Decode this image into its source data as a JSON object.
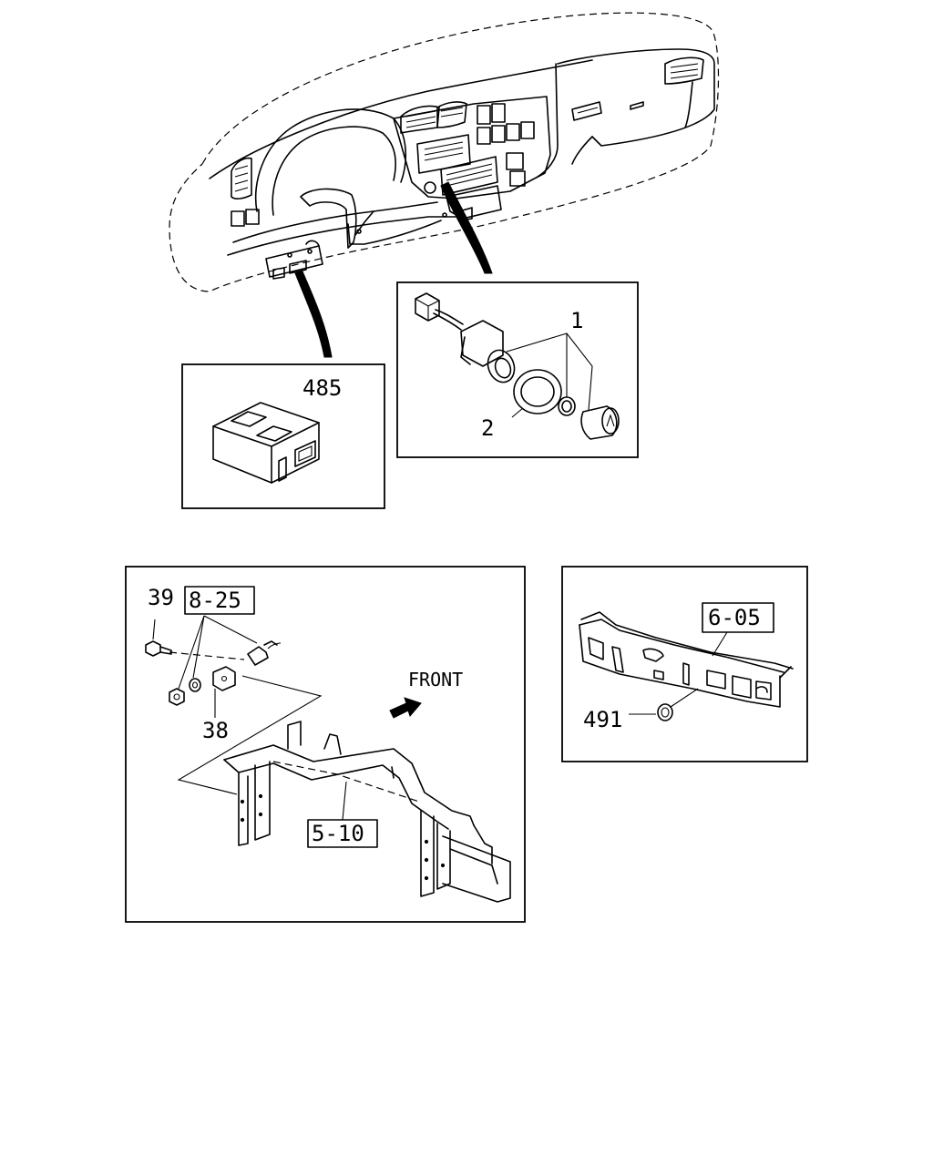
{
  "labels": {
    "part_1": "1",
    "part_2": "2",
    "part_485": "485",
    "part_39": "39",
    "ref_8_25": "8-25",
    "part_38": "38",
    "front": "FRONT",
    "ref_5_10": "5-10",
    "ref_6_05": "6-05",
    "part_491": "491"
  }
}
